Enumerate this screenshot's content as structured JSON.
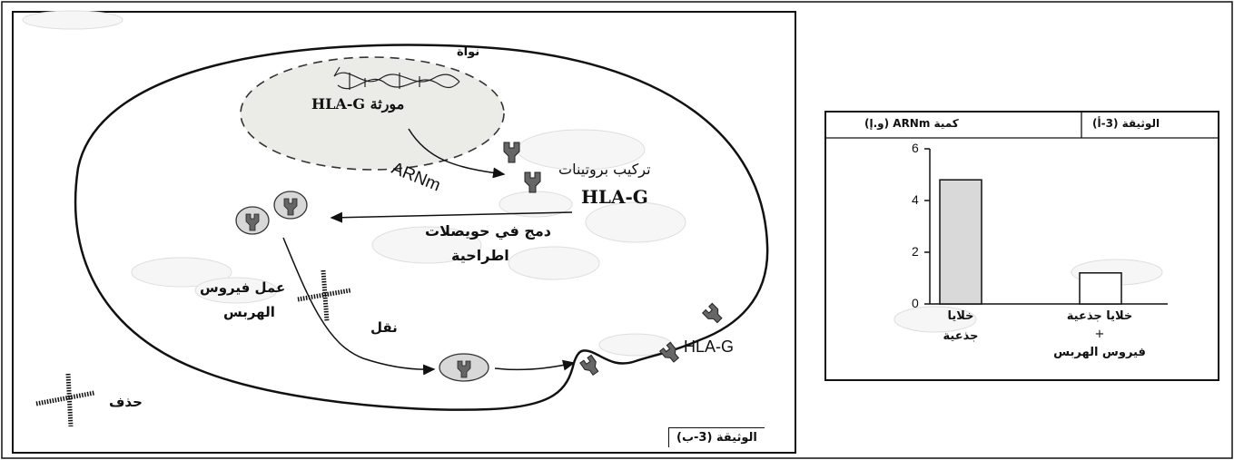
{
  "document_b": {
    "tag": "الوثيقة (3-ب)",
    "labels": {
      "nucleus": "نواة",
      "gene": "مورثة HLA-G",
      "mrna": "ARNm",
      "protein_synthesis_line1": "تركيب بروتينات",
      "protein_synthesis_line2": "HLA-G",
      "vesicles_line1": "دمج في حويصلات",
      "vesicles_line2": "اطراحية",
      "virus_action_line1": "عمل فيروس",
      "virus_action_line2": "الهربس",
      "transport": "نقل",
      "membrane_protein": "HLA-G",
      "deletion": "حذف"
    }
  },
  "document_a": {
    "tag": "الوثيقة (3-أ)",
    "chart_data": {
      "type": "bar",
      "ylabel": "كمية ARNm (و.إ)",
      "ylim": [
        0,
        6
      ],
      "yticks": [
        "0",
        "2",
        "4",
        "6"
      ],
      "categories": [
        {
          "line1": "خلايا",
          "line2": "جذعية",
          "line3": ""
        },
        {
          "line1": "خلايا جذعية",
          "line2": "+",
          "line3": "فيروس الهربس"
        }
      ],
      "values": [
        4.8,
        1.2
      ],
      "colors": [
        "#d9d9d9",
        "#ffffff"
      ]
    }
  }
}
